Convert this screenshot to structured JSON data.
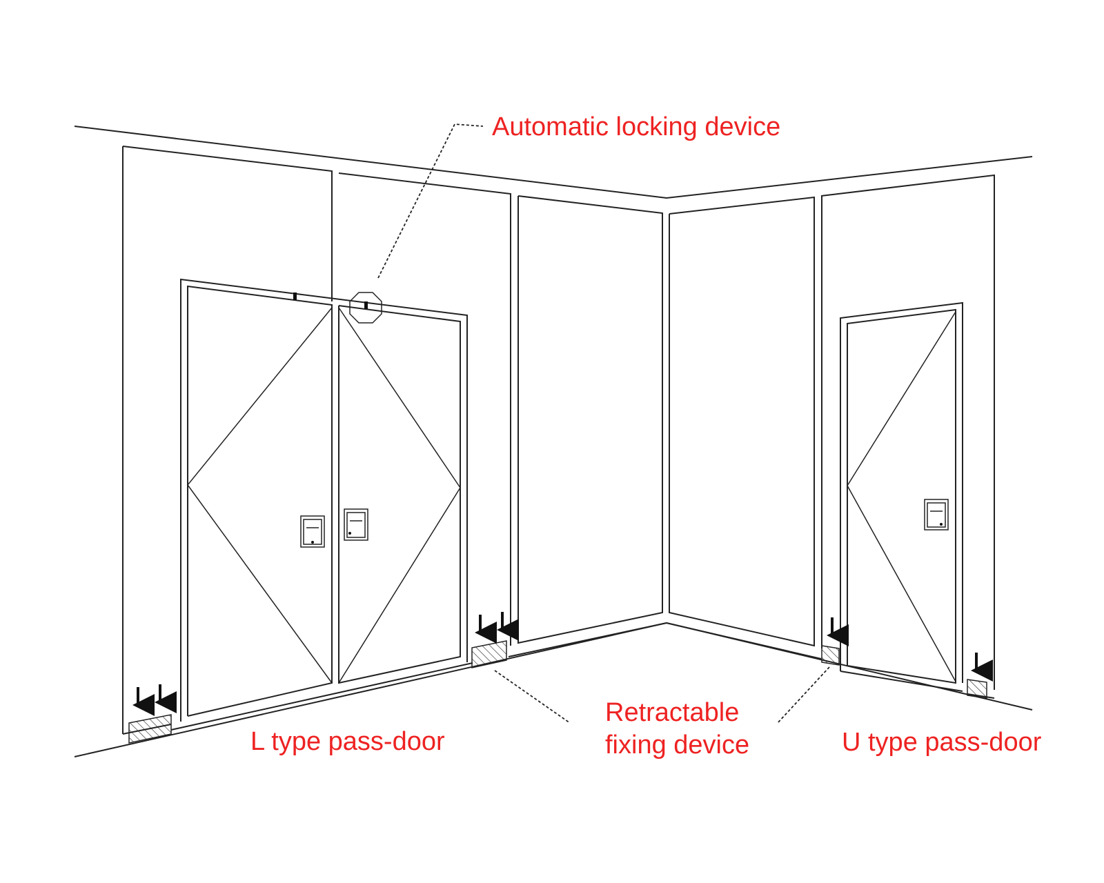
{
  "colors": {
    "label": "#ee2222",
    "line": "#222222",
    "background": "#ffffff"
  },
  "labels": {
    "automatic_locking_device": "Automatic locking device",
    "retractable_line1": "Retractable",
    "retractable_line2": "fixing device",
    "l_type_pass_door": "L type pass-door",
    "u_type_pass_door": "U type pass-door"
  },
  "icons": {
    "arrow": "down-arrow-icon",
    "fixing_block": "hatched-block-icon",
    "locking_marker": "octagon-marker-icon",
    "door_panel": "door-window-icon"
  }
}
